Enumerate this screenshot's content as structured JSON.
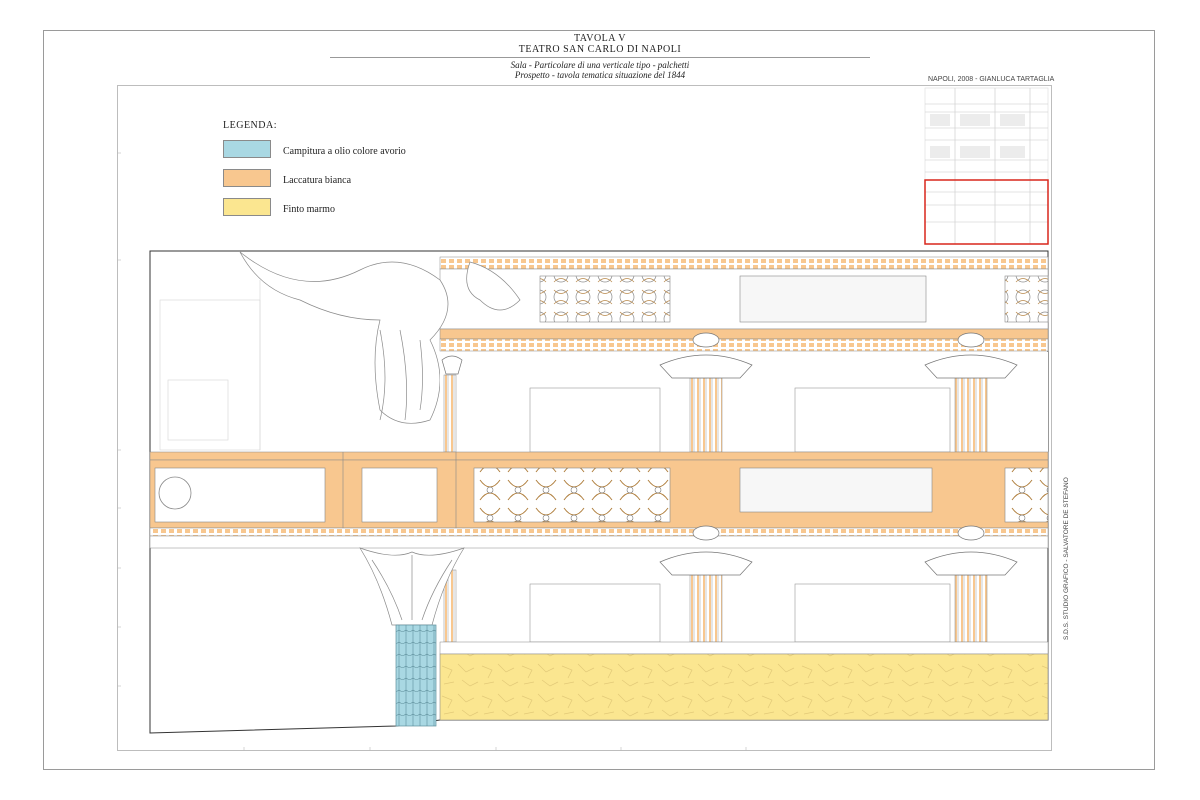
{
  "title": {
    "plate": "TAVOLA V",
    "theatre": "TEATRO SAN CARLO DI NAPOLI",
    "subtitle_1": "Sala - Particolare di una verticale tipo - palchetti",
    "subtitle_2": "Prospetto - tavola tematica situazione del 1844"
  },
  "credit": "NAPOLI, 2008 - GIANLUCA TARTAGLIA",
  "studio": "S.D.S. STUDIO GRAFICO - SALVATORE DE STEFANO",
  "legend": {
    "title": "LEGENDA:",
    "items": [
      {
        "label": "Campitura a olio colore avorio",
        "color": "#a9d8e3"
      },
      {
        "label": "Laccatura bianca",
        "color": "#f8c78f"
      },
      {
        "label": "Finto marmo",
        "color": "#fbe690"
      }
    ]
  },
  "colors": {
    "ivory_oil": "#a9d8e3",
    "white_lacquer": "#f8c78f",
    "faux_marble": "#fbe690",
    "line": "#7a7a7a",
    "highlight": "#d9261c"
  }
}
